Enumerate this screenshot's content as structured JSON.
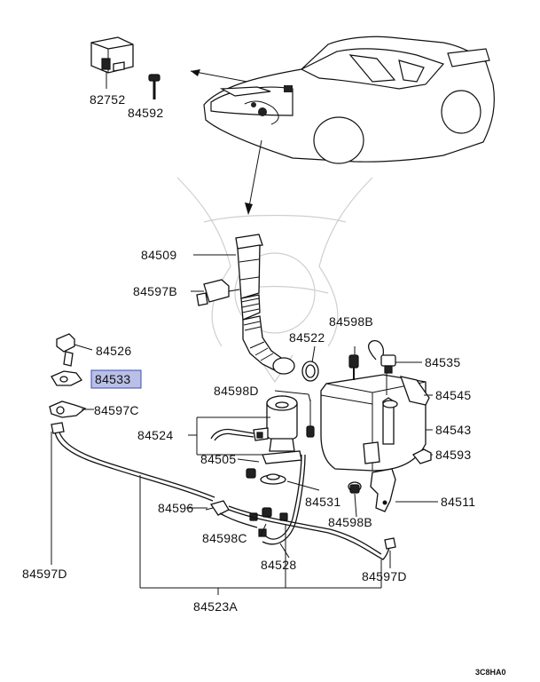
{
  "diagram_code": "3C8HA0",
  "highlight_fill": "#b9bfe6",
  "highlight_stroke": "#3a4bb5",
  "labels": {
    "p82752": "82752",
    "p84592": "84592",
    "p84509": "84509",
    "p84597B": "84597B",
    "p84526": "84526",
    "p84533": "84533",
    "p84597C": "84597C",
    "p84522": "84522",
    "p84598B_top": "84598B",
    "p84535": "84535",
    "p84598D": "84598D",
    "p84545": "84545",
    "p84524": "84524",
    "p84543": "84543",
    "p84505": "84505",
    "p84593": "84593",
    "p84596": "84596",
    "p84531": "84531",
    "p84511": "84511",
    "p84598B_bottom": "84598B",
    "p84598C": "84598C",
    "p84528": "84528",
    "p84597D_left": "84597D",
    "p84597D_right": "84597D",
    "p84523A": "84523A"
  }
}
